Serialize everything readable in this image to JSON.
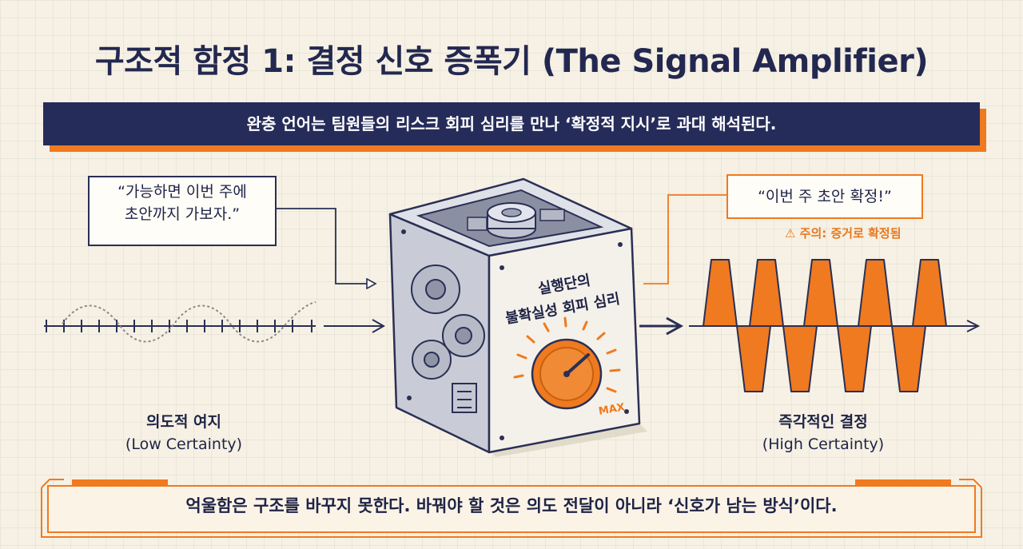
{
  "title": "구조적 함정 1: 결정 신호 증폭기 (The Signal Amplifier)",
  "banner": "완충 언어는 팀원들의 리스크 회피 심리를 만나 ‘확정적 지시’로 과대 해석된다.",
  "left_quote": {
    "line1": "“가능하면 이번 주에",
    "line2": "초안까지 가보자.”"
  },
  "right_quote": "“이번 주 초안 확정!”",
  "warning": "⚠ 주의: 증거로 확정됨",
  "amplifier": {
    "label_line1": "실행단의",
    "label_line2": "불확실성 회피 심리",
    "dial_label": "MAX",
    "dial_level": 1.0
  },
  "left_caption": {
    "head": "의도적 여지",
    "sub": "(Low Certainty)"
  },
  "right_caption": {
    "head": "즉각적인 결정",
    "sub": "(High Certainty)"
  },
  "bottom": "억울함은 구조를 바꾸지 못한다. 바꿔야 할 것은 의도 전달이 아니라 ‘신호가 남는 방식’이다.",
  "colors": {
    "navy": "#262c5a",
    "orange": "#ef7a1f",
    "background": "#f6f1e4"
  }
}
